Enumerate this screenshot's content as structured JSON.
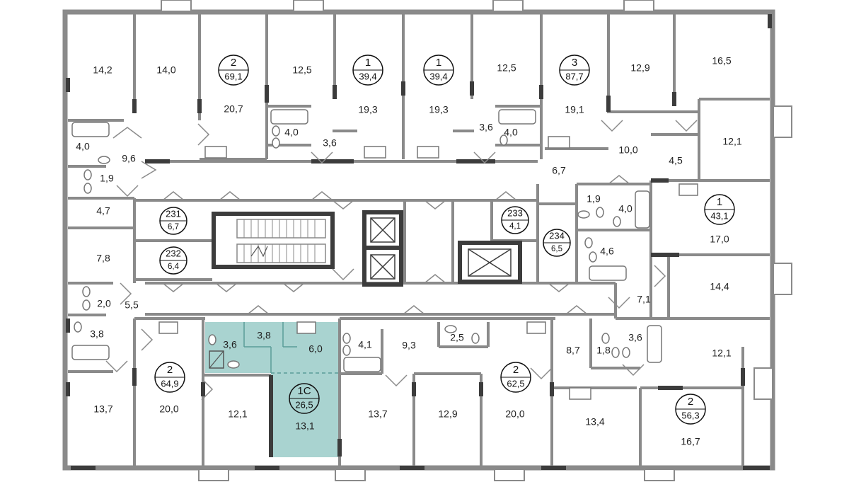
{
  "colors": {
    "wall": "#8a8a8a",
    "wall_dark": "#3c3c3c",
    "highlight_fill": "#a9d3d0",
    "highlight_stroke": "#5a9c98",
    "fixture": "#777777"
  },
  "highlighted_unit": {
    "rooms": "1С",
    "total": "26,5",
    "room_areas": [
      "3,6",
      "3,8",
      "6,0",
      "13,1"
    ]
  },
  "unit_badges": [
    {
      "rooms": "2",
      "total": "69,1"
    },
    {
      "rooms": "1",
      "total": "39,4"
    },
    {
      "rooms": "1",
      "total": "39,4"
    },
    {
      "rooms": "3",
      "total": "87,7"
    },
    {
      "rooms": "1",
      "total": "43,1"
    },
    {
      "rooms": "2",
      "total": "64,9"
    },
    {
      "rooms": "2",
      "total": "62,5"
    },
    {
      "rooms": "2",
      "total": "56,3"
    },
    {
      "rooms": "1С",
      "total": "26,5"
    }
  ],
  "storage_badges": [
    {
      "number": "231",
      "area": "6,7"
    },
    {
      "number": "232",
      "area": "6,4"
    },
    {
      "number": "233",
      "area": "4,1"
    },
    {
      "number": "234",
      "area": "6,5"
    }
  ],
  "room_areas": [
    "14,2",
    "14,0",
    "20,7",
    "12,5",
    "19,3",
    "19,3",
    "12,5",
    "19,1",
    "12,9",
    "16,5",
    "4,0",
    "4,0",
    "3,6",
    "3,6",
    "4,0",
    "10,0",
    "12,1",
    "4,5",
    "9,6",
    "1,9",
    "6,7",
    "1,9",
    "4,0",
    "17,0",
    "4,7",
    "7,8",
    "4,6",
    "14,4",
    "2,0",
    "5,5",
    "7,1",
    "3,8",
    "3,6",
    "3,8",
    "6,0",
    "4,1",
    "9,3",
    "2,5",
    "8,7",
    "1,8",
    "3,6",
    "12,1",
    "13,7",
    "20,0",
    "12,1",
    "13,1",
    "13,7",
    "12,9",
    "20,0",
    "13,4",
    "16,7"
  ]
}
